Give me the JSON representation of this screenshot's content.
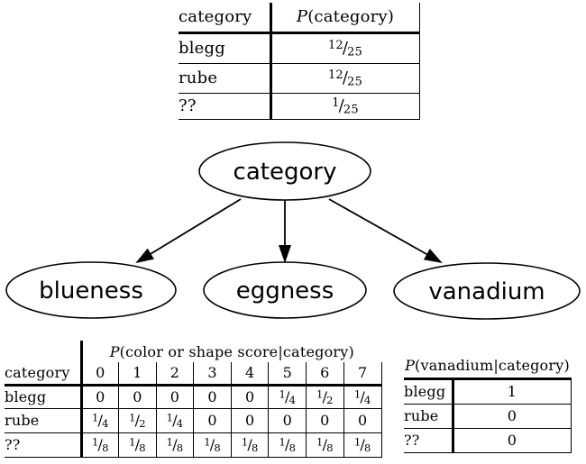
{
  "colors": {
    "background": "#ffffff",
    "ink": "#000000"
  },
  "prior_table": {
    "col1_header": "category",
    "col2_header": "P(category)",
    "rows": [
      {
        "category": "blegg",
        "p": "12/25"
      },
      {
        "category": "rube",
        "p": "12/25"
      },
      {
        "category": "??",
        "p": "1/25"
      }
    ]
  },
  "graph": {
    "nodes": [
      {
        "label": "category"
      },
      {
        "label": "blueness"
      },
      {
        "label": "eggness"
      },
      {
        "label": "vanadium"
      }
    ],
    "edges": [
      {
        "from": "category",
        "to": "blueness"
      },
      {
        "from": "category",
        "to": "eggness"
      },
      {
        "from": "category",
        "to": "vanadium"
      }
    ]
  },
  "score_table": {
    "span_header": "P(color or shape score|category)",
    "col1_header": "category",
    "score_headers": [
      "0",
      "1",
      "2",
      "3",
      "4",
      "5",
      "6",
      "7"
    ],
    "rows": [
      {
        "category": "blegg",
        "values": [
          "0",
          "0",
          "0",
          "0",
          "0",
          "1/4",
          "1/2",
          "1/4"
        ]
      },
      {
        "category": "rube",
        "values": [
          "1/4",
          "1/2",
          "1/4",
          "0",
          "0",
          "0",
          "0",
          "0"
        ]
      },
      {
        "category": "??",
        "values": [
          "1/8",
          "1/8",
          "1/8",
          "1/8",
          "1/8",
          "1/8",
          "1/8",
          "1/8"
        ]
      }
    ]
  },
  "vanadium_table": {
    "header": "P(vanadium|category)",
    "rows": [
      {
        "category": "blegg",
        "value": "1"
      },
      {
        "category": "rube",
        "value": "0"
      },
      {
        "category": "??",
        "value": "0"
      }
    ]
  }
}
